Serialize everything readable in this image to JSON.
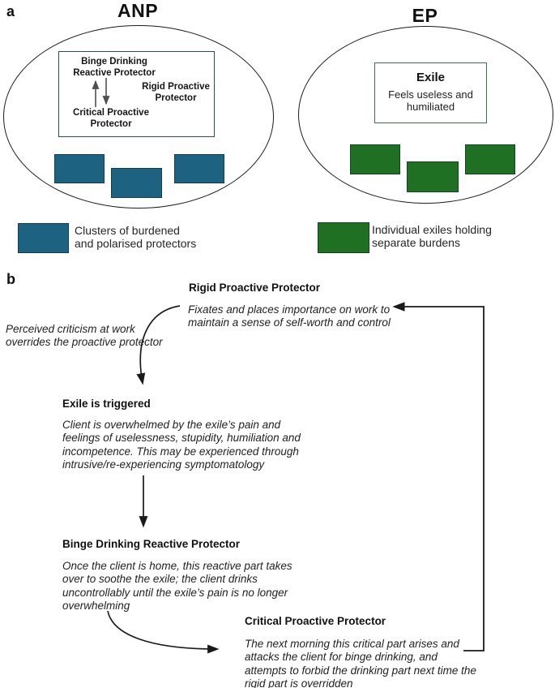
{
  "figure": {
    "panel_a_label": "a",
    "panel_b_label": "b"
  },
  "colors": {
    "teal": "#1d6381",
    "teal_border": "#0d3a4d",
    "green": "#1f7022",
    "green_border": "#114314",
    "anp_box_border": "#2f4a63",
    "ep_box_border": "#456a4e",
    "line": "#1a1a1a"
  },
  "panel_a": {
    "anp": {
      "title": "ANP",
      "binge_label": "Binge Drinking\nReactive Protector",
      "critical_label": "Critical Proactive\nProtector",
      "rigid_label": "Rigid Proactive\nProtector",
      "legend": "Clusters of burdened\nand polarised protectors"
    },
    "ep": {
      "title": "EP",
      "exile_title": "Exile",
      "exile_sub": "Feels useless and\nhumiliated",
      "legend": "Individual exiles holding\nseparate burdens"
    }
  },
  "panel_b": {
    "annotation": "Perceived criticism at work\noverrides the proactive protector",
    "steps": [
      {
        "title": "Rigid Proactive Protector",
        "body": "Fixates and places importance on work to\nmaintain a sense of self-worth and control"
      },
      {
        "title": "Exile is triggered",
        "body": "Client is overwhelmed by the exile’s pain and\nfeelings of uselessness, stupidity, humiliation and\nincompetence. This may be experienced through\nintrusive/re-experiencing symptomatology"
      },
      {
        "title": "Binge Drinking Reactive Protector",
        "body": "Once the client is home, this reactive part takes\nover to soothe the exile; the client drinks\nuncontrollably until the exile’s pain is no longer\noverwhelming"
      },
      {
        "title": "Critical Proactive Protector",
        "body": "The next morning this critical part arises and\nattacks the client for binge drinking, and\nattempts to forbid the drinking part next time the\nrigid part is overridden"
      }
    ]
  }
}
